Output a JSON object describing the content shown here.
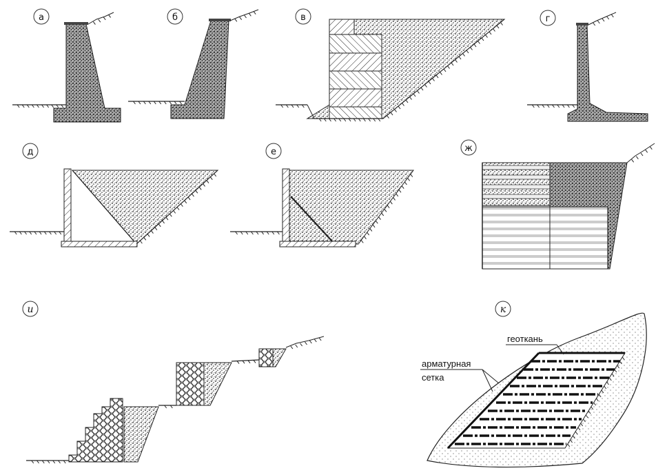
{
  "panels": [
    {
      "id": "a",
      "label": "а"
    },
    {
      "id": "b",
      "label": "б"
    },
    {
      "id": "v",
      "label": "в"
    },
    {
      "id": "g",
      "label": "г"
    },
    {
      "id": "d",
      "label": "д"
    },
    {
      "id": "e",
      "label": "е"
    },
    {
      "id": "zh",
      "label": "ж"
    },
    {
      "id": "i",
      "label": "и"
    },
    {
      "id": "k",
      "label": "к"
    }
  ],
  "annotations": {
    "geotextile": "геоткань",
    "mesh_line1": "арматурная",
    "mesh_line2": "сетка"
  }
}
